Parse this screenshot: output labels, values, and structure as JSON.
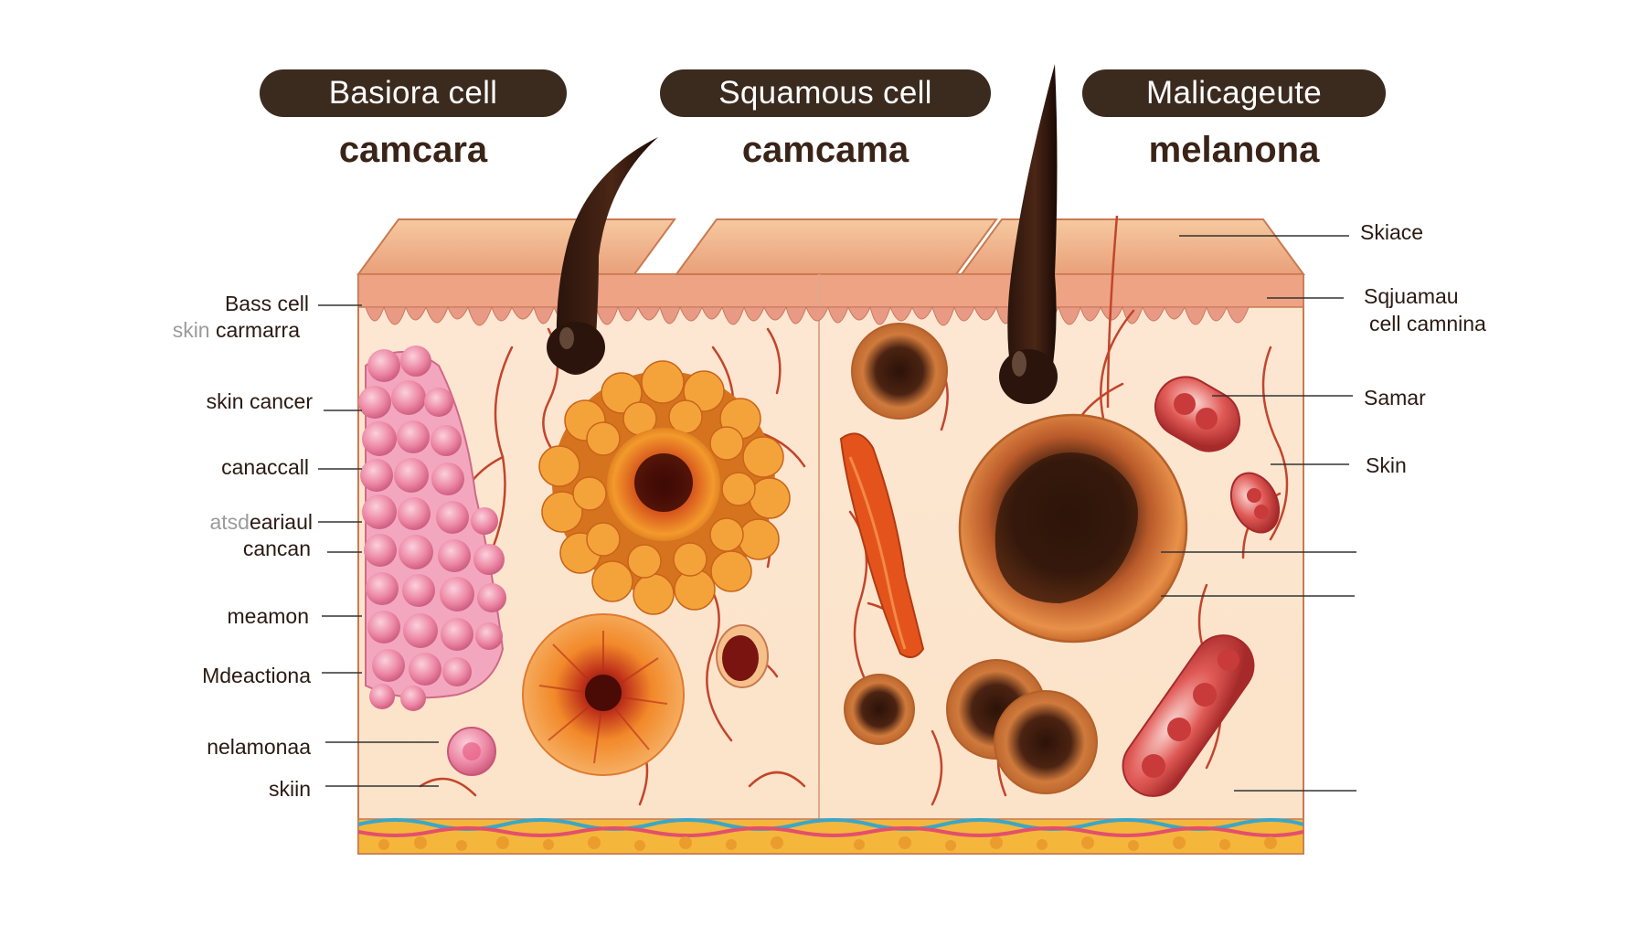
{
  "titles": {
    "col1": {
      "pill": "Basiora cell",
      "sub": "camcara"
    },
    "col2": {
      "pill": "Squamous cell",
      "sub": "camcama"
    },
    "col3": {
      "pill": "Malicageute",
      "sub": "melanona"
    }
  },
  "left_labels": {
    "l1a": "Bass cell",
    "l1b_faded": "skin",
    "l1b": "carmarra",
    "l2": "skin cancer",
    "l3": "canaccall",
    "l4a_faded": "atsd",
    "l4a": "eariaul",
    "l4b": "cancan",
    "l5": "meamon",
    "l6": "Mdeactiona",
    "l7": "nelamonaa",
    "l8": "skiin"
  },
  "right_labels": {
    "r1": "Skiace",
    "r2a": "Sqjuamau",
    "r2b": "cell camnina",
    "r3": "Samar",
    "r4": "Skin"
  },
  "colors": {
    "pill_bg": "#3b2a1e",
    "tissue": "#fbe8d2",
    "epidermis": "#f1b48c",
    "vessel": "#c0392b",
    "pink_cells": "#e86a8e",
    "orange_tumor": "#f08a24",
    "melanoma_dark": "#3d1d10"
  }
}
